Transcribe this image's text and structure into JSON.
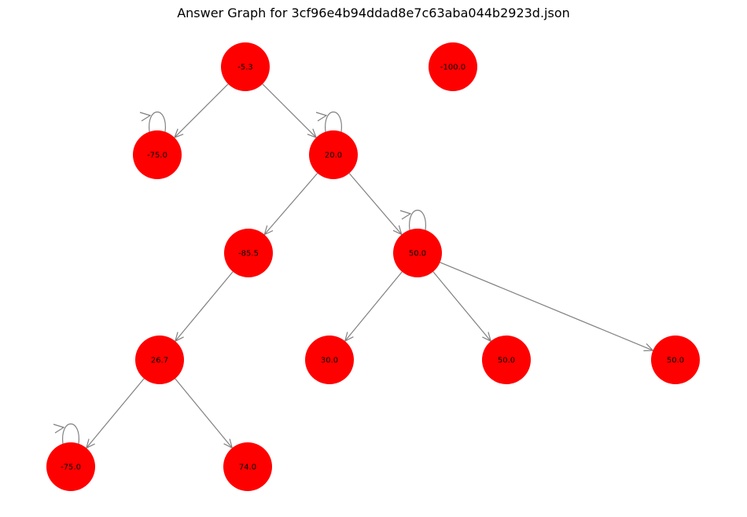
{
  "title": "Answer Graph for 3cf96e4b94ddad8e7c63aba044b2923d.json",
  "colors": {
    "node_fill": "#ff0000",
    "edge_stroke": "#808080",
    "label": "#000000",
    "background": "#ffffff"
  },
  "graph": {
    "nodes": [
      {
        "id": "n_root",
        "label": "-5.3"
      },
      {
        "id": "n_iso",
        "label": "-100.0"
      },
      {
        "id": "n_a",
        "label": "-75.0"
      },
      {
        "id": "n_b",
        "label": "20.0"
      },
      {
        "id": "n_c",
        "label": "-85.5"
      },
      {
        "id": "n_d",
        "label": "50.0"
      },
      {
        "id": "n_e",
        "label": "26.7"
      },
      {
        "id": "n_f",
        "label": "30.0"
      },
      {
        "id": "n_g",
        "label": "50.0"
      },
      {
        "id": "n_h",
        "label": "50.0"
      },
      {
        "id": "n_i",
        "label": "-75.0"
      },
      {
        "id": "n_j",
        "label": "74.0"
      }
    ],
    "edges": [
      {
        "from": "n_root",
        "to": "n_a"
      },
      {
        "from": "n_root",
        "to": "n_b"
      },
      {
        "from": "n_a",
        "to": "n_a"
      },
      {
        "from": "n_b",
        "to": "n_b"
      },
      {
        "from": "n_b",
        "to": "n_c"
      },
      {
        "from": "n_b",
        "to": "n_d"
      },
      {
        "from": "n_d",
        "to": "n_d"
      },
      {
        "from": "n_d",
        "to": "n_f"
      },
      {
        "from": "n_d",
        "to": "n_g"
      },
      {
        "from": "n_d",
        "to": "n_h"
      },
      {
        "from": "n_c",
        "to": "n_e"
      },
      {
        "from": "n_e",
        "to": "n_i"
      },
      {
        "from": "n_e",
        "to": "n_j"
      },
      {
        "from": "n_i",
        "to": "n_i"
      }
    ]
  }
}
